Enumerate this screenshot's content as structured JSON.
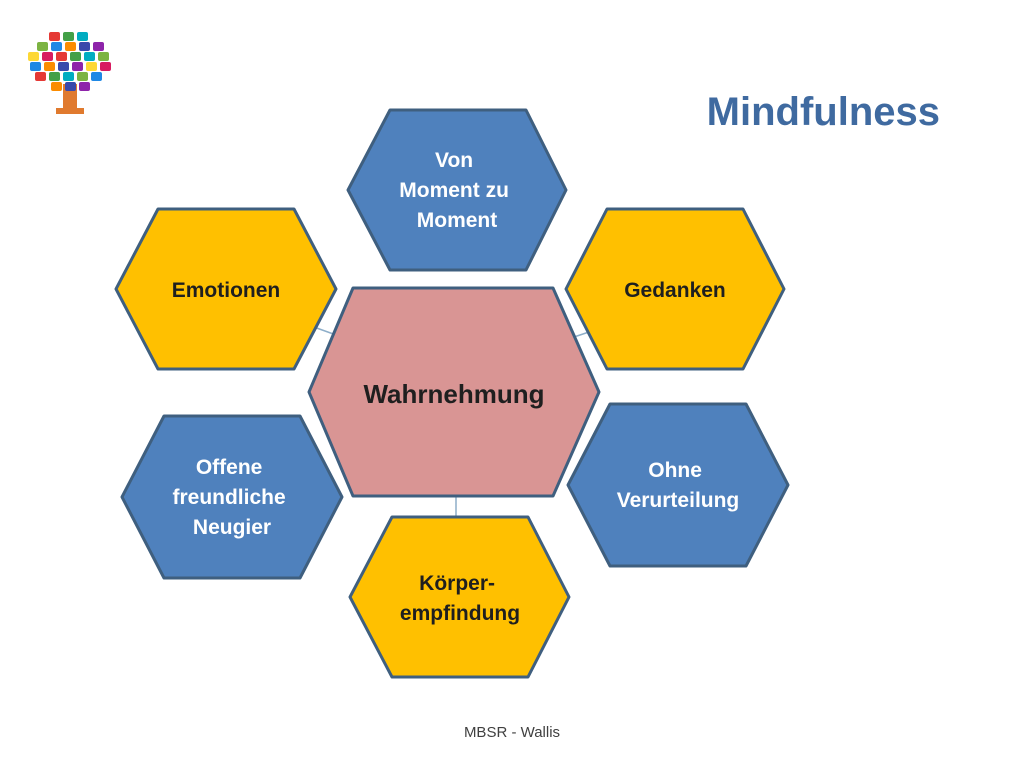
{
  "slide": {
    "title": "Mindfulness",
    "footer": "MBSR - Wallis"
  },
  "center": {
    "label": "Wahrnehmung",
    "color": "#d99594"
  },
  "hexagons": {
    "top": {
      "lines": [
        "Von",
        "Moment zu",
        "Moment"
      ],
      "color": "#4f81bd"
    },
    "upper_left": {
      "lines": [
        "Emotionen"
      ],
      "color": "#ffc000"
    },
    "upper_right": {
      "lines": [
        "Gedanken"
      ],
      "color": "#ffc000"
    },
    "lower_left": {
      "lines": [
        "Offene",
        "freundliche",
        "Neugier"
      ],
      "color": "#4f81bd"
    },
    "lower_right": {
      "lines": [
        "Ohne",
        "Verurteilung"
      ],
      "color": "#4f81bd"
    },
    "bottom": {
      "lines": [
        "Körper-",
        "empfindung"
      ],
      "color": "#ffc000"
    }
  },
  "colors": {
    "outline": "#3f5f7f",
    "title": "#3f6aa0",
    "connector": "#8eaec9"
  },
  "logo": {
    "icon": "tree-of-apps-icon"
  }
}
